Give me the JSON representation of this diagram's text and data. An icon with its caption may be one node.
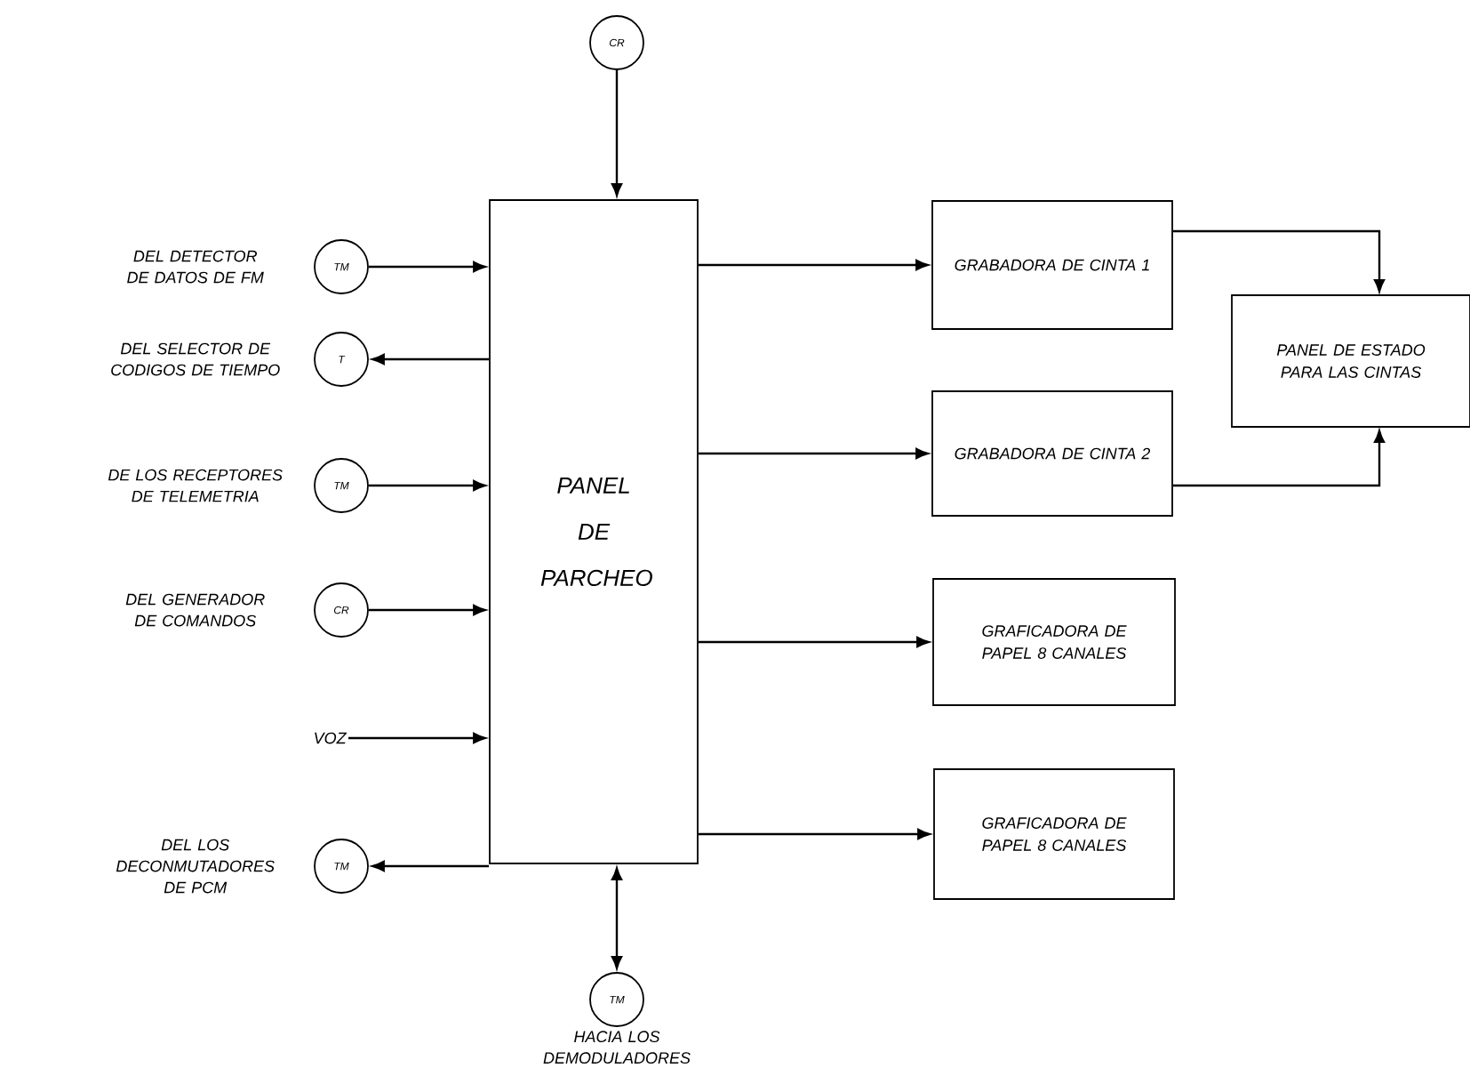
{
  "diagram": {
    "nodes": [
      {
        "text": [
          "CR"
        ]
      },
      {
        "text": [
          "PANEL DE PARCHEO"
        ]
      },
      {
        "text": [
          "TM"
        ],
        "beside": [
          "DEL DETECTOR DE DATOS DE FM"
        ]
      },
      {
        "text": [
          "T"
        ],
        "beside": [
          "DEL SELECTOR DE CODIGOS DE TIEMPO"
        ]
      },
      {
        "text": [
          "TM"
        ],
        "beside": [
          "DE LOS RECEPTORES DE TELEMETRIA"
        ]
      },
      {
        "text": [
          "CR"
        ],
        "beside": [
          "DEL GENERADOR DE COMANDOS"
        ]
      },
      {
        "text": [
          "VOZ"
        ]
      },
      {
        "text": [
          "TM"
        ],
        "beside": [
          "DEL LOS DECONMUTADORES DE PCM"
        ]
      },
      {
        "text": [
          "TM"
        ],
        "beside": [
          "HACIA LOS DEMODULADORES"
        ]
      },
      {
        "text": [
          "GRABADORA DE CINTA 1"
        ]
      },
      {
        "text": [
          "GRABADORA DE CINTA 2"
        ]
      },
      {
        "text": [
          "PANEL DE ESTADO PARA LAS CINTAS"
        ]
      },
      {
        "text": [
          "GRAFICADORA DE PAPEL 8 CANALES"
        ]
      },
      {
        "text": [
          "GRAFICADORA DE PAPEL 8 CANALES"
        ]
      }
    ],
    "edges": [
      {
        "from": 0,
        "to": 1,
        "arrow": "to"
      },
      {
        "from": 2,
        "to": 1,
        "arrow": "to"
      },
      {
        "from": 1,
        "to": 3,
        "arrow": "to"
      },
      {
        "from": 4,
        "to": 1,
        "arrow": "to"
      },
      {
        "from": 5,
        "to": 1,
        "arrow": "to"
      },
      {
        "from": 6,
        "to": 1,
        "arrow": "to"
      },
      {
        "from": 1,
        "to": 7,
        "arrow": "to"
      },
      {
        "from": 1,
        "to": 8,
        "arrow": "both"
      },
      {
        "from": 1,
        "to": 9,
        "arrow": "to"
      },
      {
        "from": 1,
        "to": 10,
        "arrow": "to"
      },
      {
        "from": 1,
        "to": 12,
        "arrow": "to"
      },
      {
        "from": 1,
        "to": 13,
        "arrow": "to"
      },
      {
        "from": 9,
        "to": 11,
        "arrow": "to"
      },
      {
        "from": 10,
        "to": 11,
        "arrow": "to"
      }
    ]
  }
}
